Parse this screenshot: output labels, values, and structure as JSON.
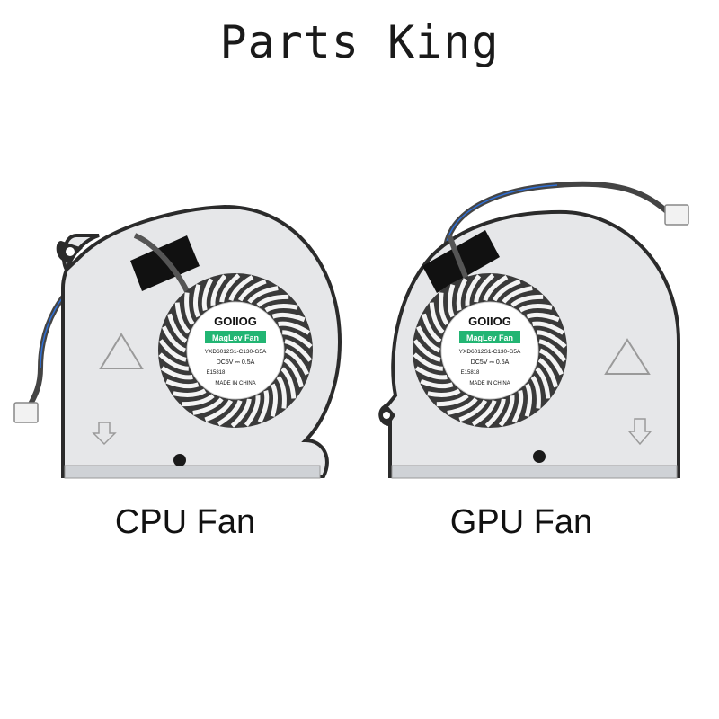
{
  "brand": {
    "title": "Parts King"
  },
  "products": [
    {
      "caption": "CPU Fan",
      "label": {
        "brand": "GOIIOG",
        "type": "MagLev  Fan",
        "model": "YXD6012S1-C130-G5A",
        "rating": "DC5V ⎓ 0.5A",
        "cert": "E15818",
        "origin": "MADE IN CHINA"
      }
    },
    {
      "caption": "GPU Fan",
      "label": {
        "brand": "GOIIOG",
        "type": "MagLev  Fan",
        "model": "YXD6012S1-C130-G5A",
        "rating": "DC5V ⎓ 0.5A",
        "cert": "E15818",
        "origin": "MADE IN CHINA"
      }
    }
  ],
  "colors": {
    "housing": "#e6e7e9",
    "housing_edge": "#2b2b2b",
    "tape": "#111111",
    "label_green": "#22b573",
    "blade": "#f4f4f4",
    "blade_gap": "#3a3a3a"
  }
}
